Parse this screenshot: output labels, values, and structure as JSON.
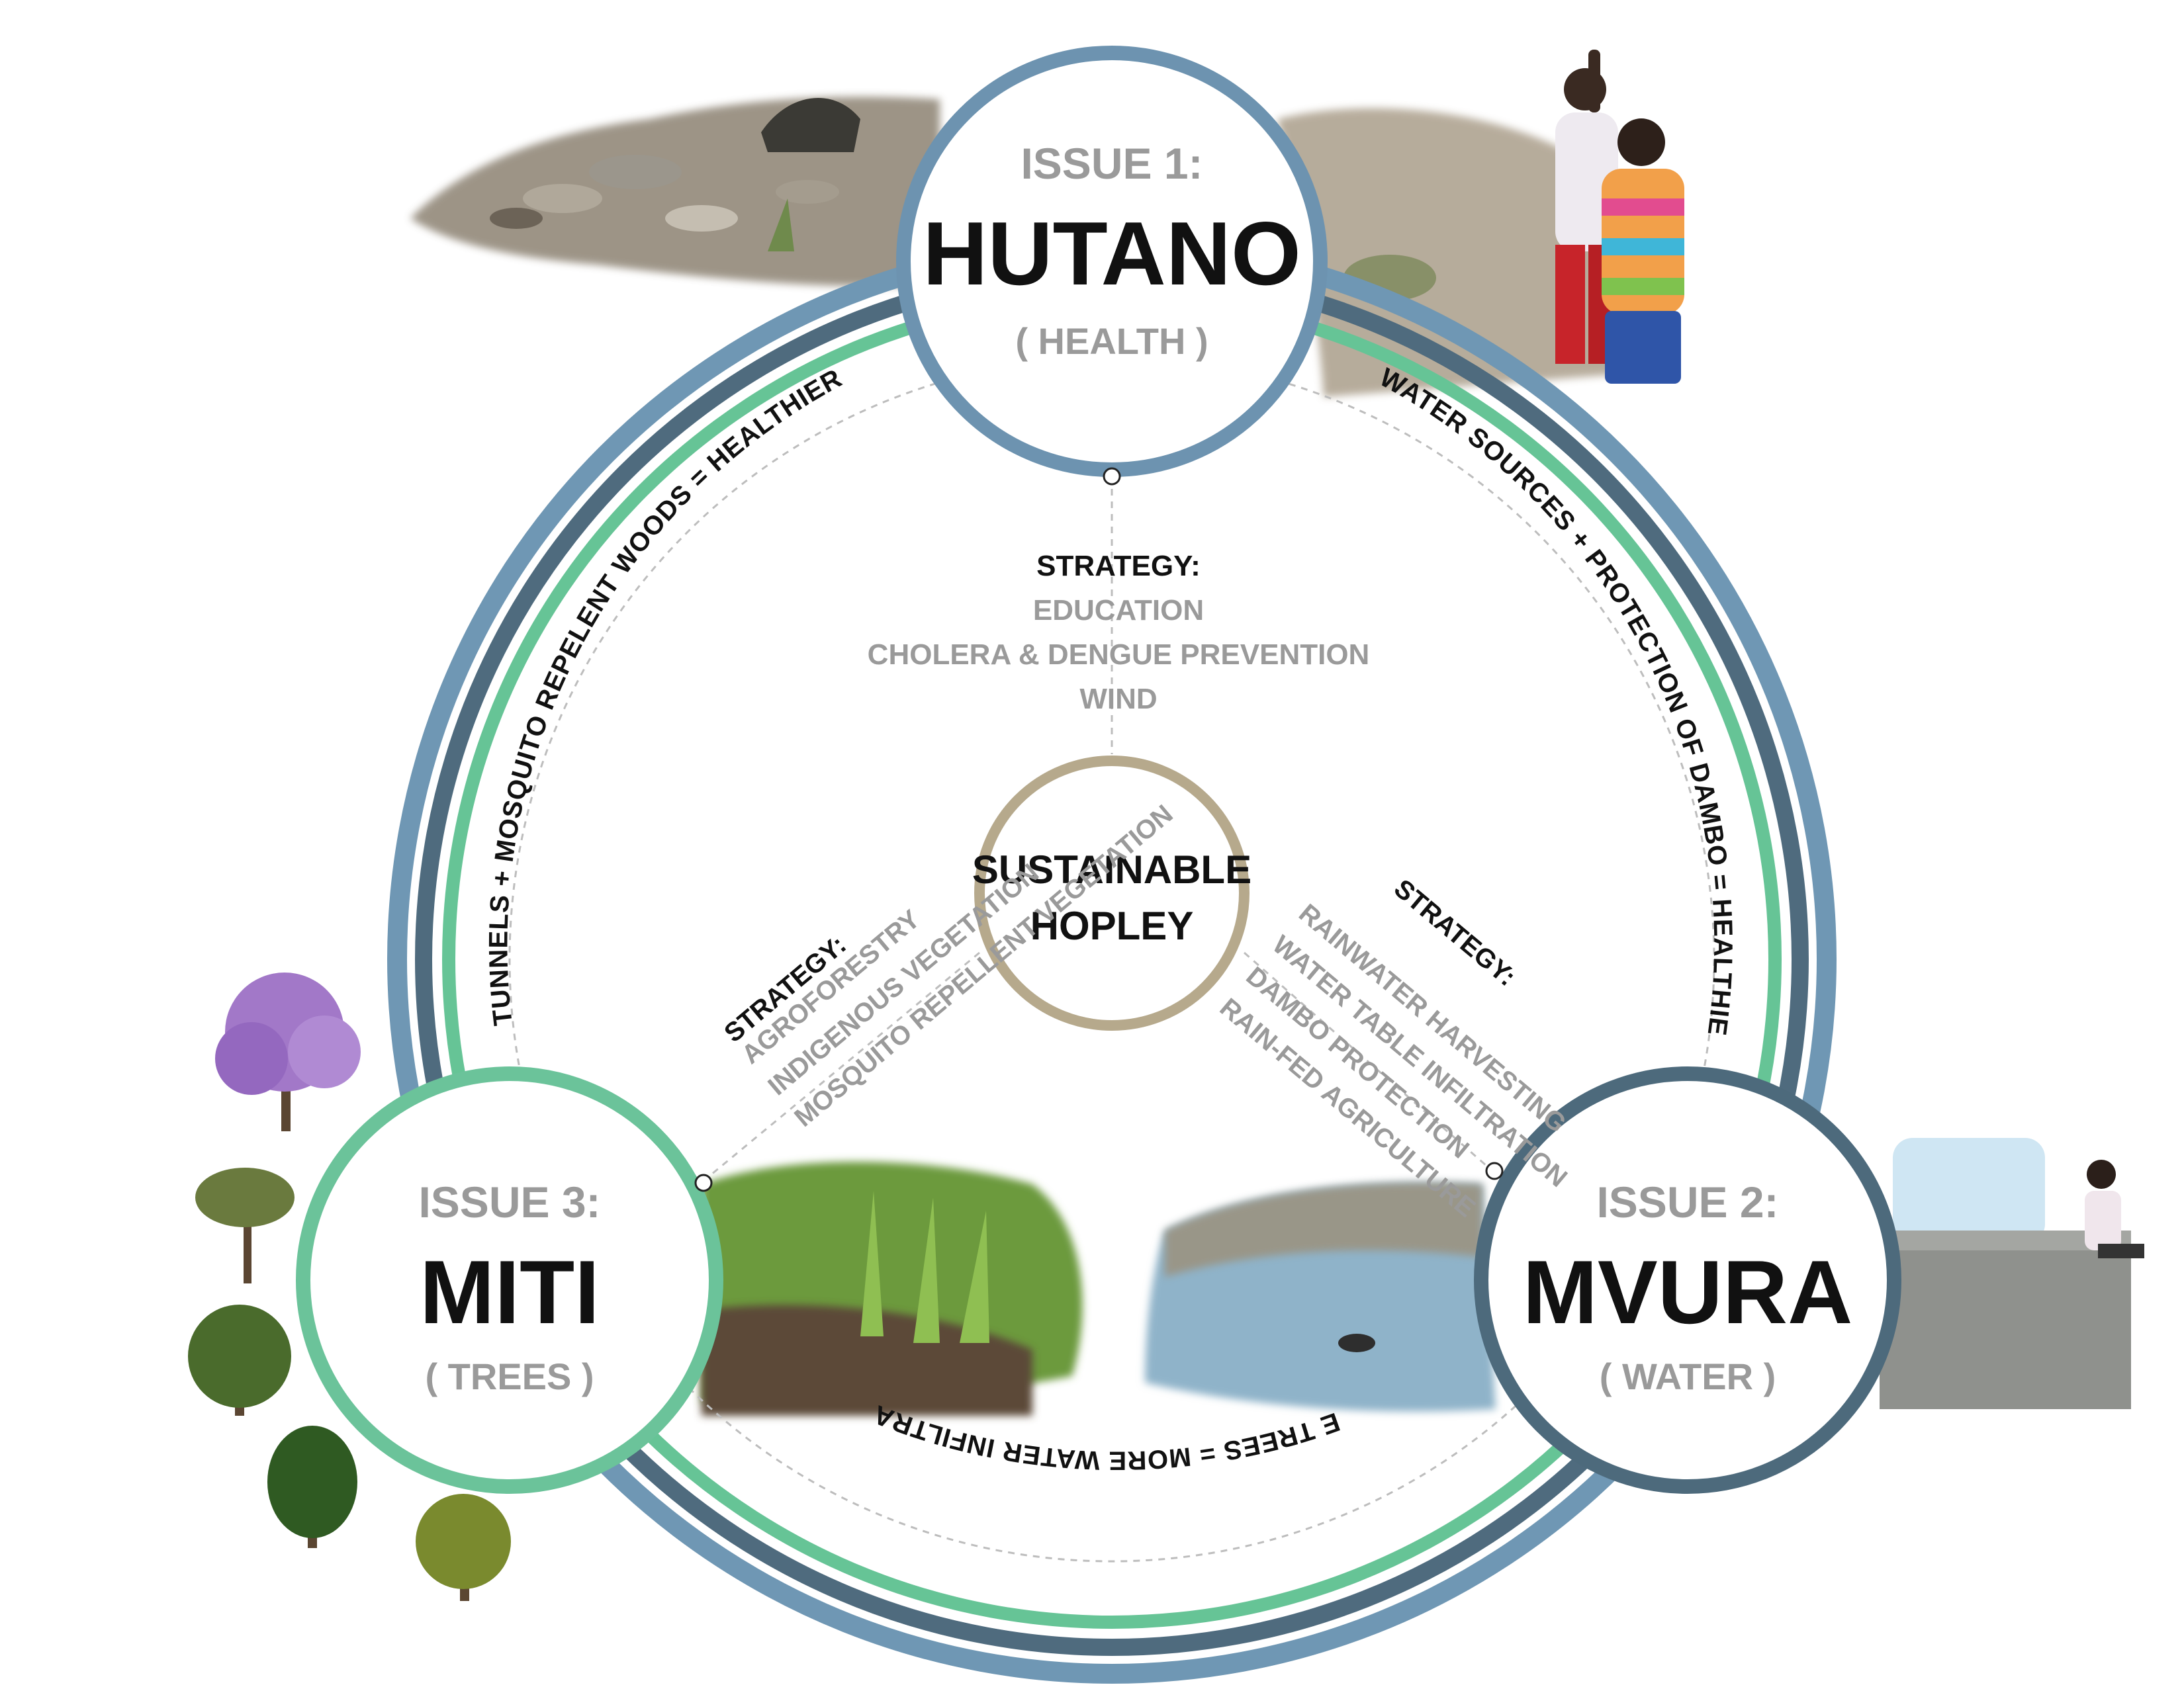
{
  "center": {
    "line1": "SUSTAINABLE",
    "line2": "HOPLEY"
  },
  "issues": {
    "health": {
      "issue_label": "ISSUE 1:",
      "name": "HUTANO",
      "translation": "( HEALTH )"
    },
    "water": {
      "issue_label": "ISSUE 2:",
      "name": "MVURA",
      "translation": "( WATER )"
    },
    "trees": {
      "issue_label": "ISSUE 3:",
      "name": "MITI",
      "translation": "( TREES )"
    }
  },
  "strategies": {
    "health": {
      "heading": "STRATEGY:",
      "items": [
        "EDUCATION",
        "CHOLERA & DENGUE PREVENTION",
        "WIND"
      ]
    },
    "water": {
      "heading": "STRATEGY:",
      "items": [
        "RAINWATER HARVESTING",
        "WATER TABLE INFILTRATION",
        "DAMBO PROTECTION",
        "RAIN-FED AGRICULTURE"
      ]
    },
    "trees": {
      "heading": "STRATEGY:",
      "items": [
        "AGROFORESTRY",
        "INDIGENOUS VEGETATION",
        "MOSQUITO REPELLENT VEGETATION"
      ]
    }
  },
  "arc_labels": {
    "left": "WIND TUNNELS + MOSQUITO REPELENT WOODS = HEALTHIER LIVES",
    "right": "CLEAN WATER SOURCES + PROTECTION OF DAMBO = HEALTHIER LIVES",
    "bottom": "MORE TREES = MORE WATER INFILTRATION"
  },
  "colors": {
    "ring_outer": "#6f97b4",
    "ring_dark": "#4f6b7e",
    "ring_green": "#66c496",
    "health_circle": "#6d93b0",
    "water_circle": "#4d6a7c",
    "trees_circle": "#6bc39a",
    "center_circle": "#b6a98c",
    "text_dark": "#111111",
    "text_grey": "#9a9a9a",
    "guide_dash": "#bdbdbd"
  }
}
